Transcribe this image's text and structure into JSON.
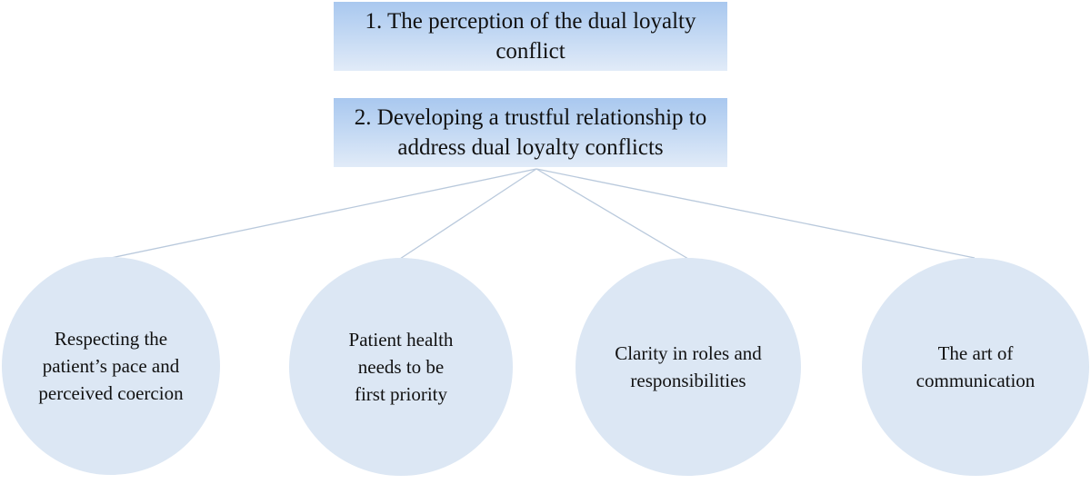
{
  "diagram": {
    "themes": [
      {
        "label": "1. The perception of the dual loyalty conflict"
      },
      {
        "label": "2. Developing a  trustful relationship to address dual loyalty conflicts"
      }
    ],
    "subthemes": [
      {
        "label": "Respecting the patient’s pace and perceived coercion"
      },
      {
        "label": "Patient health needs to be first priority"
      },
      {
        "label": "Clarity in roles and responsibilities"
      },
      {
        "label": "The art of communication"
      }
    ],
    "connections": [
      {
        "from": "theme-2",
        "to": "subtheme-1"
      },
      {
        "from": "theme-2",
        "to": "subtheme-2"
      },
      {
        "from": "theme-2",
        "to": "subtheme-3"
      },
      {
        "from": "theme-2",
        "to": "subtheme-4"
      }
    ],
    "colors": {
      "box_gradient_top": "#a9c8ef",
      "box_gradient_bottom": "#e1ebf8",
      "circle_fill": "#dce7f4",
      "connector": "#b9c9dc",
      "text": "#111111"
    }
  }
}
